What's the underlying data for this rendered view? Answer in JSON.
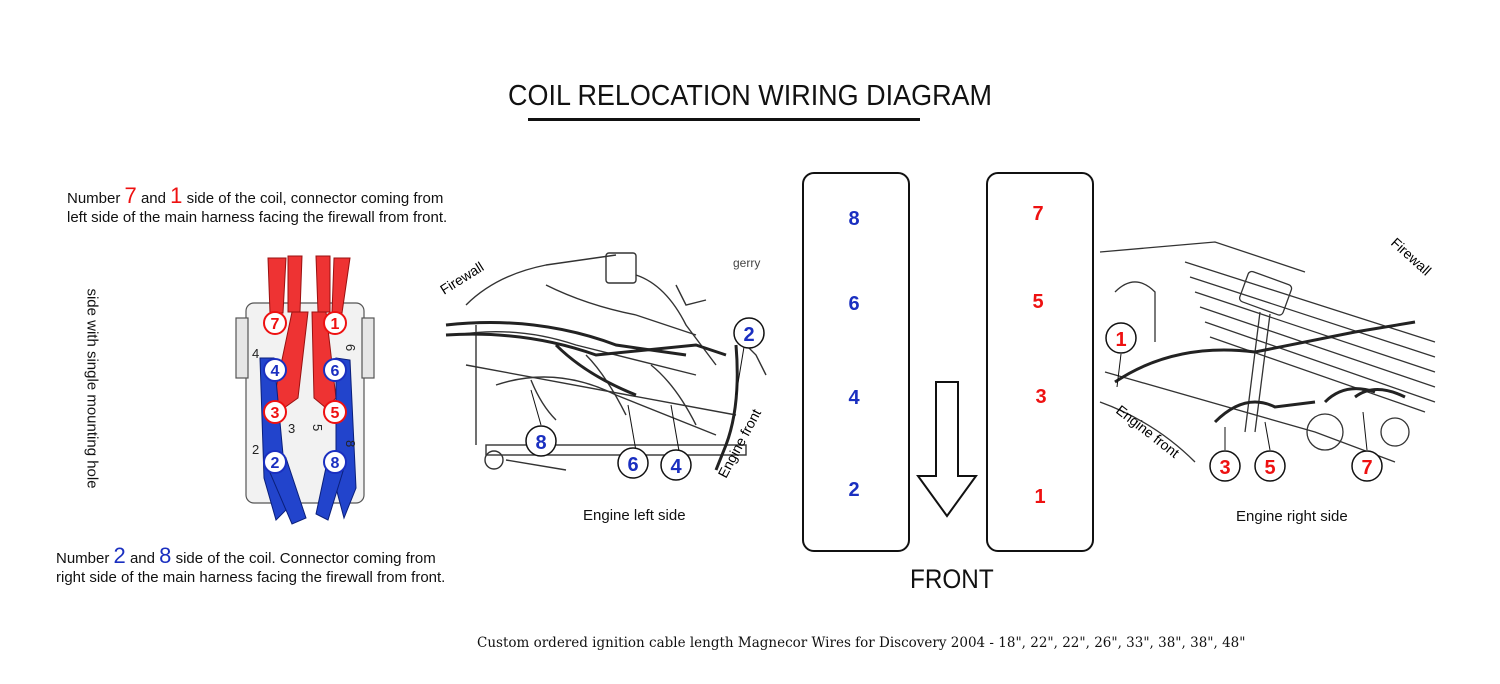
{
  "title": "COIL RELOCATION WIRING DIAGRAM",
  "note_top": {
    "prefix": "Number ",
    "num_a": "7",
    "mid": " and ",
    "num_b": "1",
    "line1_rest": " side of the coil, connector coming from",
    "line2": "left side of the main harness facing the firewall from front."
  },
  "note_bottom": {
    "prefix": "Number ",
    "num_a": "2",
    "mid": " and ",
    "num_b": "8",
    "line1_rest": " side of the coil. Connector coming from",
    "line2": "right side of the main harness facing the firewall from front."
  },
  "coil_side_label": "side with single mounting hole",
  "coil_pack": {
    "red_terminals": [
      "7",
      "1",
      "3",
      "5"
    ],
    "blue_terminals": [
      "4",
      "6",
      "2",
      "8"
    ],
    "body_digits": [
      "4",
      "6",
      "3",
      "5",
      "2",
      "8"
    ]
  },
  "engine_left": {
    "caption": "Engine left side",
    "labels": {
      "firewall": "Firewall",
      "engine_front": "Engine front",
      "watermark": "gerry"
    },
    "cylinders": [
      "2",
      "8",
      "6",
      "4"
    ]
  },
  "bank_left": {
    "numbers": [
      "8",
      "6",
      "4",
      "2"
    ]
  },
  "bank_right": {
    "numbers": [
      "7",
      "5",
      "3",
      "1"
    ]
  },
  "front_label": "FRONT",
  "engine_right": {
    "caption": "Engine right side",
    "labels": {
      "firewall": "Firewall",
      "engine_front": "Engine front"
    },
    "cylinders": [
      "1",
      "3",
      "5",
      "7"
    ]
  },
  "footer": "Custom ordered ignition cable length Magnecor Wires for Discovery 2004 - 18\", 22\", 22\", 26\", 33\", 38\", 38\", 48\"",
  "colors": {
    "red": "#e11",
    "blue": "#1a2fc0",
    "ink": "#111"
  }
}
